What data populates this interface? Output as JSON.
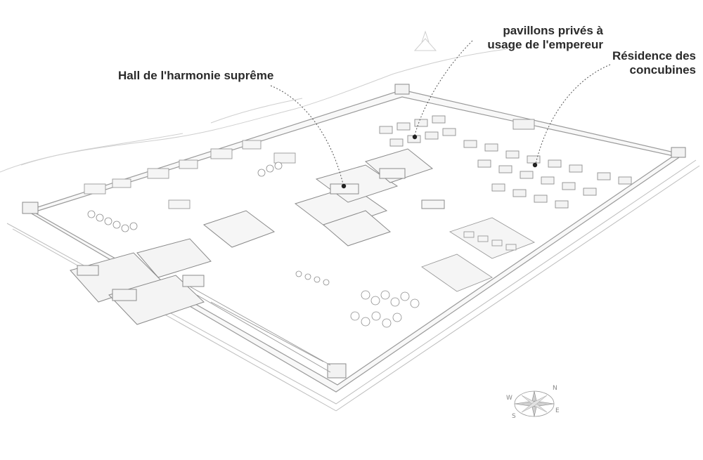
{
  "annotations": [
    {
      "id": "hall-harmonie",
      "lines": [
        "Hall de l'harmonie suprême"
      ]
    },
    {
      "id": "pavillons-prives",
      "lines": [
        "pavillons privés à",
        "usage de l'empereur"
      ]
    },
    {
      "id": "residence-concubines",
      "lines": [
        "Résidence des",
        "concubines"
      ]
    }
  ],
  "compass": {
    "letters": [
      "N",
      "E",
      "S",
      "W"
    ]
  },
  "colors": {
    "ink": "#2a2a2a",
    "sketch": "#9a9a9a",
    "fill": "#f6f6f6",
    "leader": "#555555"
  }
}
